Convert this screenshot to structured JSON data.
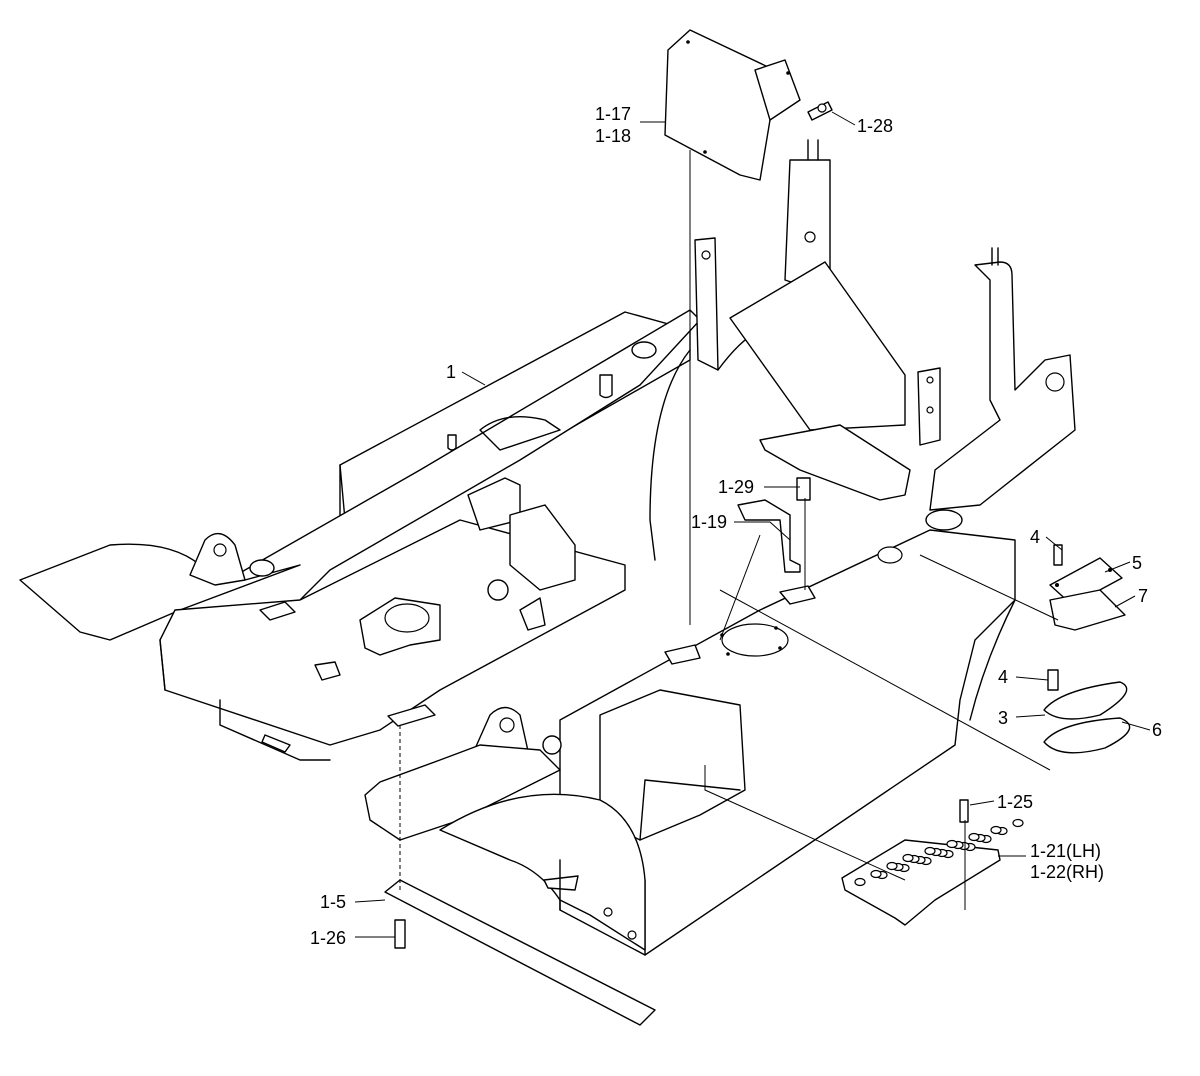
{
  "diagram": {
    "callouts": {
      "c1": "1",
      "c1_17": "1-17",
      "c1_18": "1-18",
      "c1_28": "1-28",
      "c1_29": "1-29",
      "c1_19": "1-19",
      "c4a": "4",
      "c5": "5",
      "c7": "7",
      "c4b": "4",
      "c3": "3",
      "c6": "6",
      "c1_25": "1-25",
      "c1_21": "1-21(LH)",
      "c1_22": "1-22(RH)",
      "c1_5": "1-5",
      "c1_26": "1-26"
    }
  }
}
